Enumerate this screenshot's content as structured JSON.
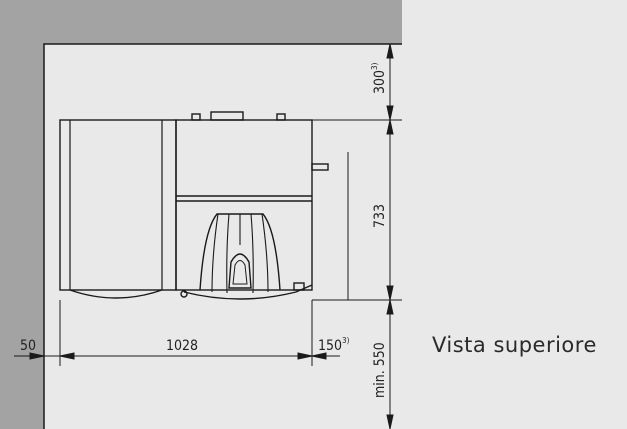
{
  "view_label": "Vista superiore",
  "dimensions": {
    "left_gap": "50",
    "width": "1028",
    "right_gap": "150",
    "right_gap_note": "3)",
    "top_gap": "300",
    "top_gap_note": "3)",
    "depth": "733",
    "front_clearance": "min. 550"
  },
  "colors": {
    "background": "#e9e9e9",
    "wall": "#a3a3a3",
    "line": "#1a1a1a"
  }
}
